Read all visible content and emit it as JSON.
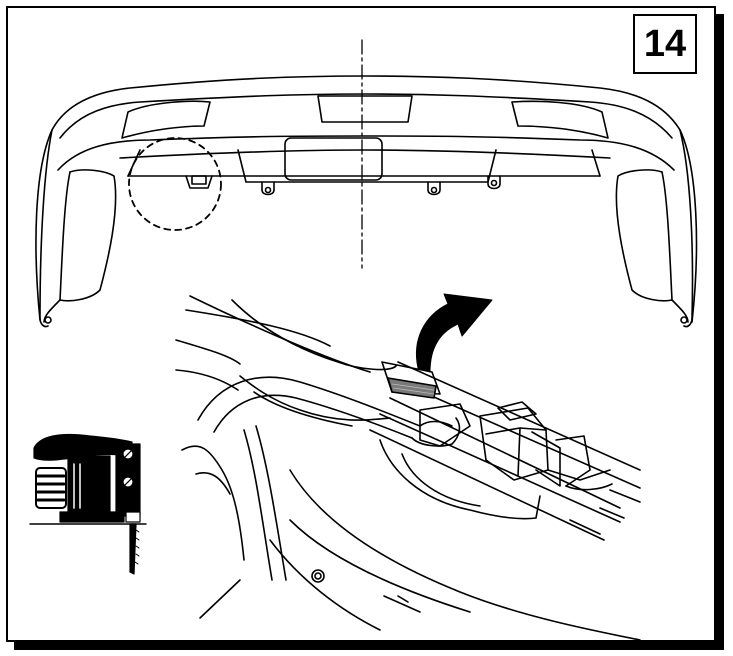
{
  "step": {
    "number": "14"
  },
  "colors": {
    "line": "#000000",
    "background": "#ffffff",
    "tape": "#7a7a7a"
  },
  "figures": [
    {
      "name": "rear-bumper-overview",
      "description_icon": "bumper-outline"
    },
    {
      "name": "detail-view",
      "description_icon": "dashed-circle-callout"
    },
    {
      "name": "tool-icon",
      "description_icon": "jigsaw-icon"
    },
    {
      "name": "action-arrow",
      "description_icon": "curved-arrow-icon"
    }
  ]
}
